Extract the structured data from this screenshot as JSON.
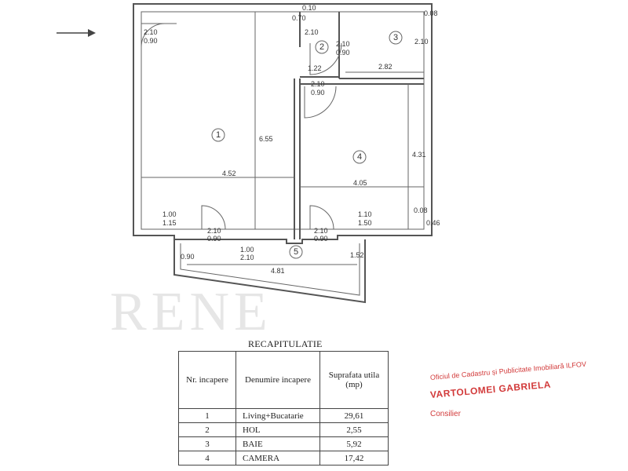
{
  "plan": {
    "rooms": [
      "1",
      "2",
      "3",
      "4",
      "5"
    ],
    "dims": {
      "d210a": "2.10",
      "d090a": "0.90",
      "d010": "0.10",
      "d070": "0.70",
      "d210b": "2.10",
      "d210c": "2.10",
      "d090c": "0.90",
      "d210d": "2.10",
      "d008": "0.08",
      "d122": "1.22",
      "d282": "2.82",
      "d210e": "2.10",
      "d090e": "0.90",
      "d655": "6.55",
      "d431": "4.31",
      "d452": "4.52",
      "d405": "4.05",
      "d100a": "1.00",
      "d115": "1.15",
      "d210f": "2.10",
      "d090f": "0.90",
      "d210g": "2.10",
      "d090g": "0.90",
      "d110": "1.10",
      "d150": "1.50",
      "d008b": "0.08",
      "d046": "0.46",
      "d100b": "1.00",
      "d210h": "2.10",
      "d090h": "0.90",
      "d152": "1.52",
      "d481": "4.81"
    },
    "watermark": "RENE"
  },
  "recap": {
    "title": "RECAPITULATIE",
    "headers": [
      "Nr. incapere",
      "Denumire incapere",
      "Suprafata utila (mp)"
    ],
    "rows": [
      {
        "nr": "1",
        "name": "Living+Bucatarie",
        "area": "29,61"
      },
      {
        "nr": "2",
        "name": "HOL",
        "area": "2,55"
      },
      {
        "nr": "3",
        "name": "BAIE",
        "area": "5,92"
      },
      {
        "nr": "4",
        "name": "CAMERA",
        "area": "17,42"
      }
    ]
  },
  "stamp": {
    "office": "Oficiul de Cadastru și Publicitate Imobiliară ILFOV",
    "name": "VARTOLOMEI GABRIELA",
    "role": "Consilier"
  },
  "colors": {
    "stamp": "#d23a3a",
    "lines": "#555555"
  },
  "icons": [
    "arrow-right-icon"
  ]
}
